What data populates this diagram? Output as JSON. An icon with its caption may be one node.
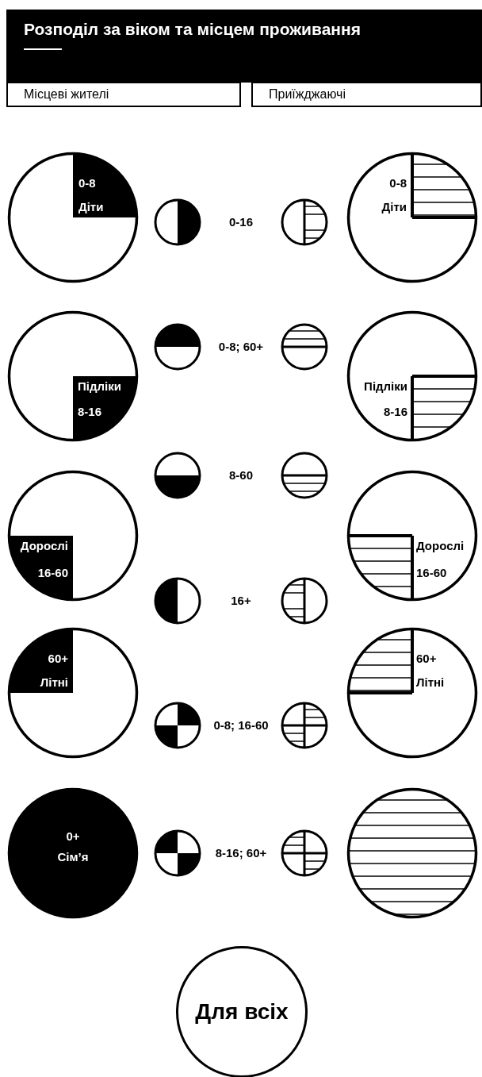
{
  "diagram": {
    "title": "Розподіл за віком та місцем проживання",
    "nodes": [
      {
        "text": [
          "Місцеві жителі"
        ]
      },
      {
        "text": [
          "Приїжджаючі"
        ]
      },
      {
        "text": [
          "0-8",
          "Діти"
        ]
      },
      {
        "text": [
          "0-8",
          "Діти"
        ]
      },
      {
        "text": [
          "Підліки",
          "8-16"
        ]
      },
      {
        "text": [
          "Підліки",
          "8-16"
        ]
      },
      {
        "text": [
          "Дорослі",
          "16-60"
        ]
      },
      {
        "text": [
          "Дорослі",
          "16-60"
        ]
      },
      {
        "text": [
          "60+",
          "Літні"
        ]
      },
      {
        "text": [
          "60+",
          "Літні"
        ]
      },
      {
        "text": [
          "0+",
          "Сім’я"
        ]
      },
      {
        "text": [],
        "shape": "circle"
      },
      {
        "text": [
          "Для всіх"
        ]
      }
    ],
    "edges": [],
    "labels": [
      "0-16",
      "0-8; 60+",
      "8-60",
      "16+",
      "0-8; 16-60",
      "8-16; 60+"
    ]
  }
}
